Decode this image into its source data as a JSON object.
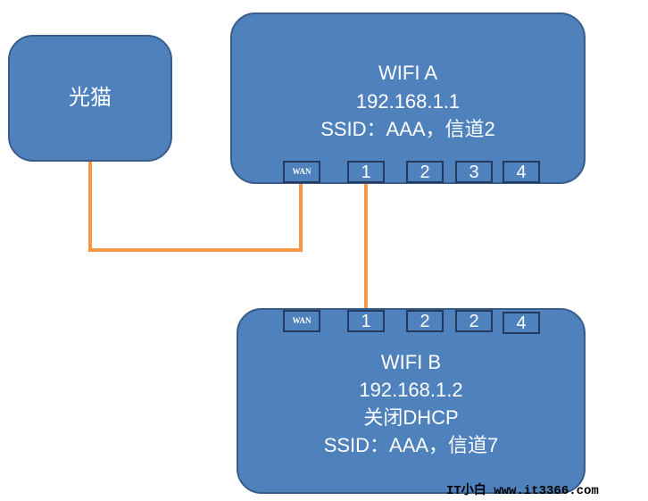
{
  "modem": {
    "label": "光猫"
  },
  "router_a": {
    "title": "WIFI A",
    "ip": "192.168.1.1",
    "ssid_line": "SSID：AAA，信道2",
    "ports": [
      "WAN",
      "1",
      "2",
      "3",
      "4"
    ]
  },
  "router_b": {
    "title": "WIFI B",
    "ip": "192.168.1.2",
    "dhcp_line": "关闭DHCP",
    "ssid_line": "SSID：AAA，信道7",
    "ports": [
      "WAN",
      "1",
      "2",
      "2",
      "4"
    ]
  },
  "watermark": "IT小白  www.it3366.com",
  "colors": {
    "box_fill": "#4f81bd",
    "box_border": "#385d8a",
    "cable": "#f79646"
  }
}
